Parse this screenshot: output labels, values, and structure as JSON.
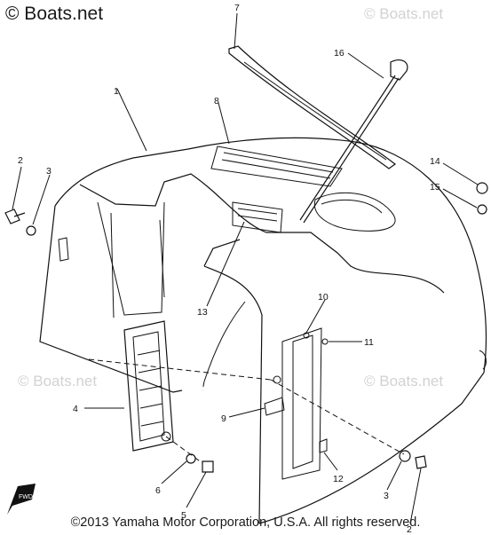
{
  "watermark": {
    "main": "© Boats.net",
    "faint_top_right": "© Boats.net",
    "faint_mid_left": "© Boats.net",
    "faint_mid_right": "© Boats.net"
  },
  "callouts": [
    "1",
    "2",
    "3",
    "7",
    "8",
    "16",
    "14",
    "15",
    "13",
    "10",
    "11",
    "4",
    "9",
    "6",
    "5",
    "12",
    "3",
    "2"
  ],
  "copyright": "©2013 Yamaha Motor Corporation, U.S.A. All rights reserved.",
  "front_arrow_label": "FWD",
  "colors": {
    "ink": "#111111",
    "paper": "#ffffff",
    "watermark_faint": "#d2d2d2"
  }
}
